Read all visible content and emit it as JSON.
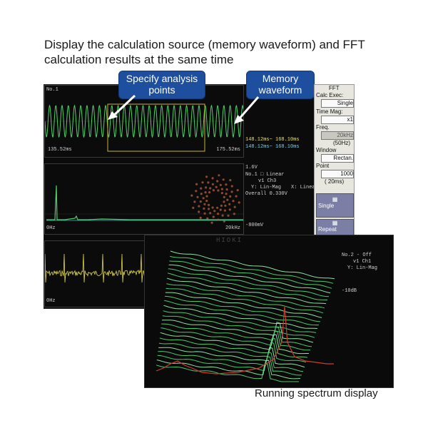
{
  "headline": {
    "line1": "Display the calculation source (memory waveform) and FFT",
    "line2": "calculation results at the same time"
  },
  "callouts": {
    "analysis": {
      "line1": "Specify analysis",
      "line2": "points"
    },
    "memory": {
      "line1": "Memory",
      "line2": "waveform"
    }
  },
  "screen": {
    "channel": "No.1",
    "time_start": "135.52ms",
    "time_end": "175.52ms",
    "range_top": "148.12ms~ 168.10ms",
    "range_bottom": "148.12ms~ 168.10ms",
    "fft_title": "1.6V",
    "fft_line1": "No.1 □ Linear",
    "fft_line2": "v1 Ch3",
    "fft_line3": "Y: Lin-Mag",
    "fft_line3b": "X: Linear",
    "fft_line4": "Overall 0.330V",
    "fft_low": "-800mV",
    "freq_left": "0Hz",
    "freq_right": "20kHz",
    "freq_left2": "0Hz"
  },
  "side_panel": {
    "header": "FFT",
    "calc_exec_label": "Calc Exec:",
    "calc_exec_value": "Single",
    "time_mag_label": "Time Mag:",
    "time_mag_value": "x1",
    "freq_label": "Freq.",
    "freq_value": "20kHz",
    "freq_sub": "(50Hz)",
    "window_label": "Window",
    "window_value": "Rectan.",
    "point_label": "Point",
    "point_value": "1000",
    "point_sub": "( 20ms)",
    "single_btn": "Single",
    "repeat_btn": "Repeat"
  },
  "spectrum": {
    "line1": "No.2 - Off",
    "line2": "v1 Ch1",
    "line3": "Y: Lin-Mag",
    "level": "-10dB",
    "watermark": "HIOKI"
  },
  "caption": "Running spectrum display",
  "colors": {
    "waveform_green": "#4fd06a",
    "selection": "#c9b03a",
    "callout_blue": "#1d4f9e",
    "spectrum_green": "#58d47a",
    "spectrum_red": "#d23a2a"
  }
}
